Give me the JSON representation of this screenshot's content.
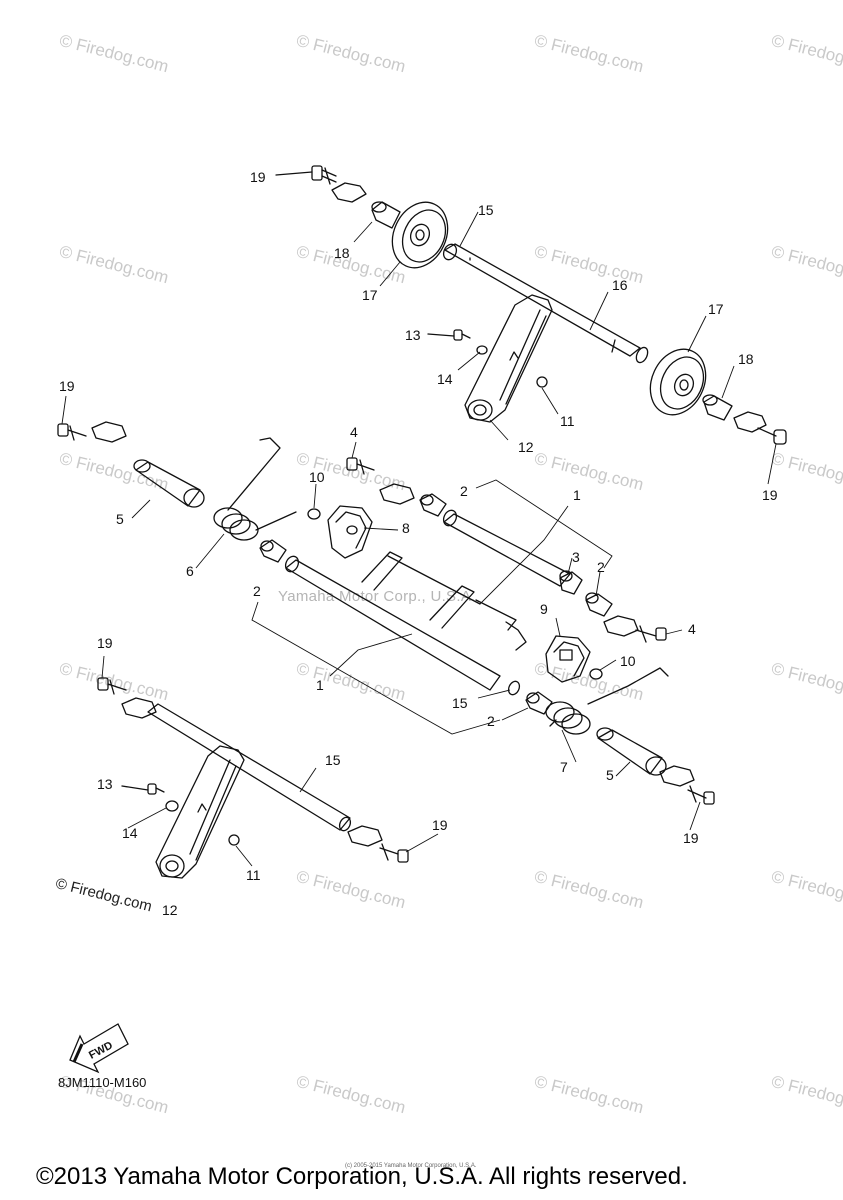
{
  "watermark": "© Firedog.com",
  "center_watermark": "Yamaha Motor Corp., U.S.A.",
  "corner_watermark": "© Firedog.com",
  "fwd_label": "FWD",
  "diagram_code": "8JM1110-M160",
  "tiny_copyright": "(c) 2005-2015 Yamaha Motor Corporation, U.S.A.",
  "copyright": "©2013 Yamaha Motor Corporation, U.S.A. All rights reserved.",
  "labels": [
    "19",
    "18",
    "15",
    "17",
    "16",
    "17",
    "18",
    "13",
    "14",
    "11",
    "12",
    "19",
    "19",
    "4",
    "10",
    "2",
    "1",
    "5",
    "8",
    "6",
    "3",
    "2",
    "2",
    "4",
    "9",
    "10",
    "1",
    "15",
    "2",
    "19",
    "7",
    "13",
    "15",
    "5",
    "14",
    "19",
    "19",
    "11",
    "12"
  ]
}
